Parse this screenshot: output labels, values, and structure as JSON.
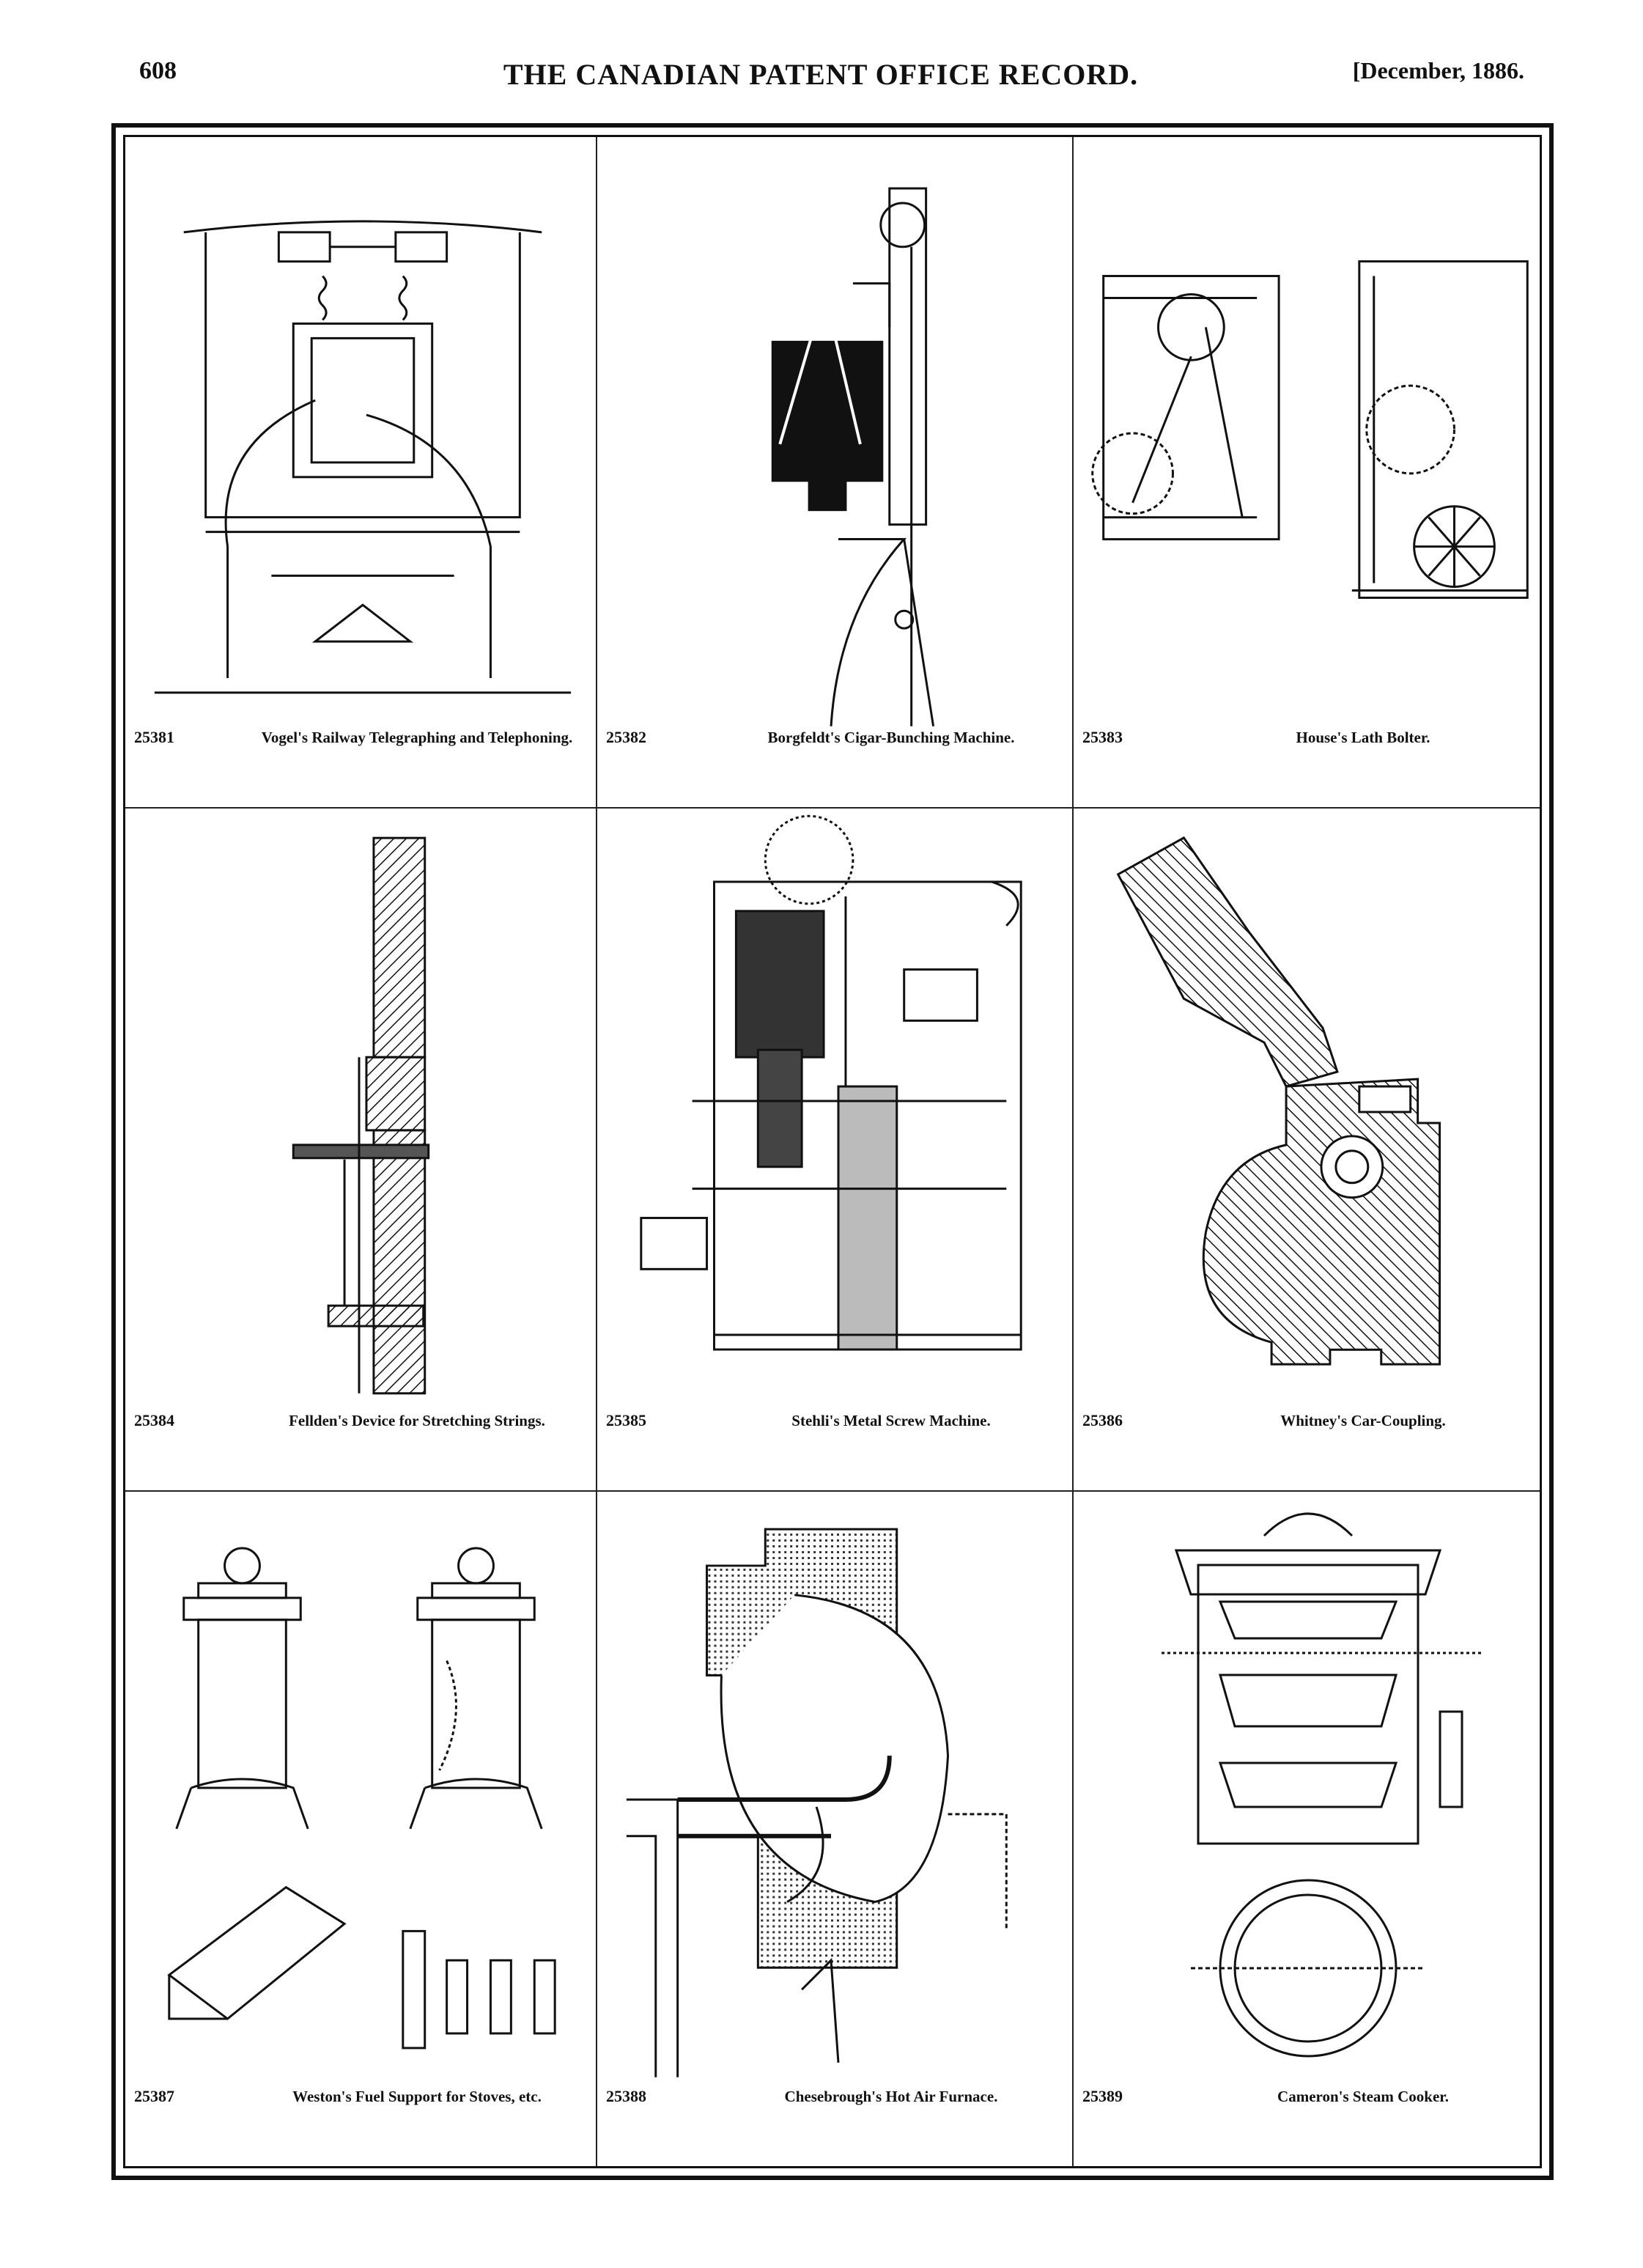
{
  "header": {
    "page_number": "608",
    "title": "THE CANADIAN PATENT OFFICE RECORD.",
    "date": "[December, 1886."
  },
  "patents": [
    {
      "number": "25381",
      "title": "Vogel's Railway Telegraphing and Telephoning."
    },
    {
      "number": "25382",
      "title": "Borgfeldt's Cigar-Bunching Machine."
    },
    {
      "number": "25383",
      "title": "House's Lath Bolter."
    },
    {
      "number": "25384",
      "title": "Fellden's Device for Stretching Strings."
    },
    {
      "number": "25385",
      "title": "Stehli's Metal Screw Machine."
    },
    {
      "number": "25386",
      "title": "Whitney's Car-Coupling."
    },
    {
      "number": "25387",
      "title": "Weston's Fuel Support for Stoves, etc."
    },
    {
      "number": "25388",
      "title": "Chesebrough's Hot Air Furnace."
    },
    {
      "number": "25389",
      "title": "Cameron's Steam Cooker."
    }
  ]
}
